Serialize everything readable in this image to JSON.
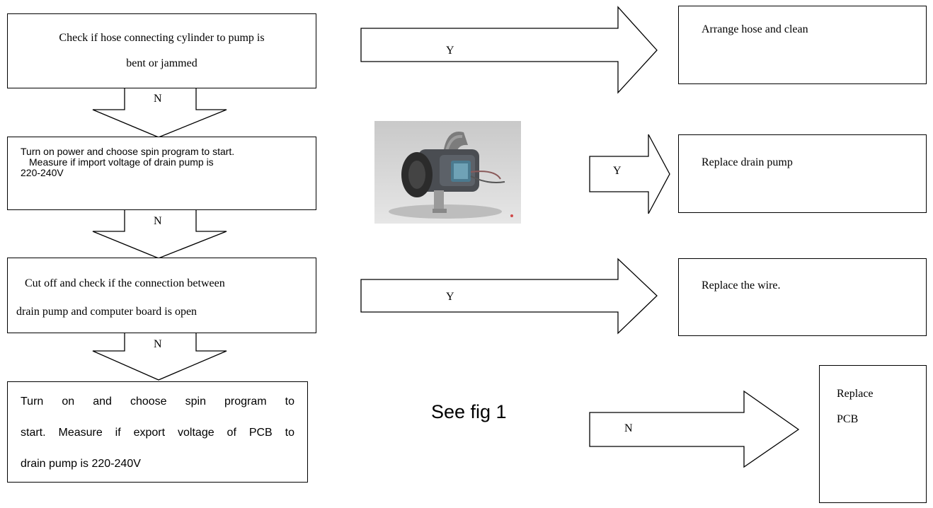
{
  "steps": {
    "step1": {
      "text_line1": "Check if hose connecting cylinder to pump is",
      "text_line2": "bent or jammed"
    },
    "step2": {
      "text_line1": "Turn on power and choose spin program to start.",
      "text_line2": "Measure if import voltage of drain pump is",
      "text_line3": "220-240V"
    },
    "step3": {
      "text_line1": "Cut off and check if the connection between",
      "text_line2": "drain pump and computer board is open"
    },
    "step4": {
      "text_line1": "Turn on and choose spin program to",
      "text_line2": "start. Measure if export voltage of PCB to",
      "text_line3": "drain pump is 220-240V"
    }
  },
  "results": {
    "result1": "Arrange hose and clean",
    "result2": "Replace drain pump",
    "result3": "Replace the wire.",
    "result4_line1": "Replace",
    "result4_line2": "PCB"
  },
  "labels": {
    "n1": "N",
    "n2": "N",
    "n3": "N",
    "y1": "Y",
    "y2": "Y",
    "y3": "Y",
    "n4": "N"
  },
  "note": "See fig 1",
  "photo_icon": "drain-pump-photo"
}
